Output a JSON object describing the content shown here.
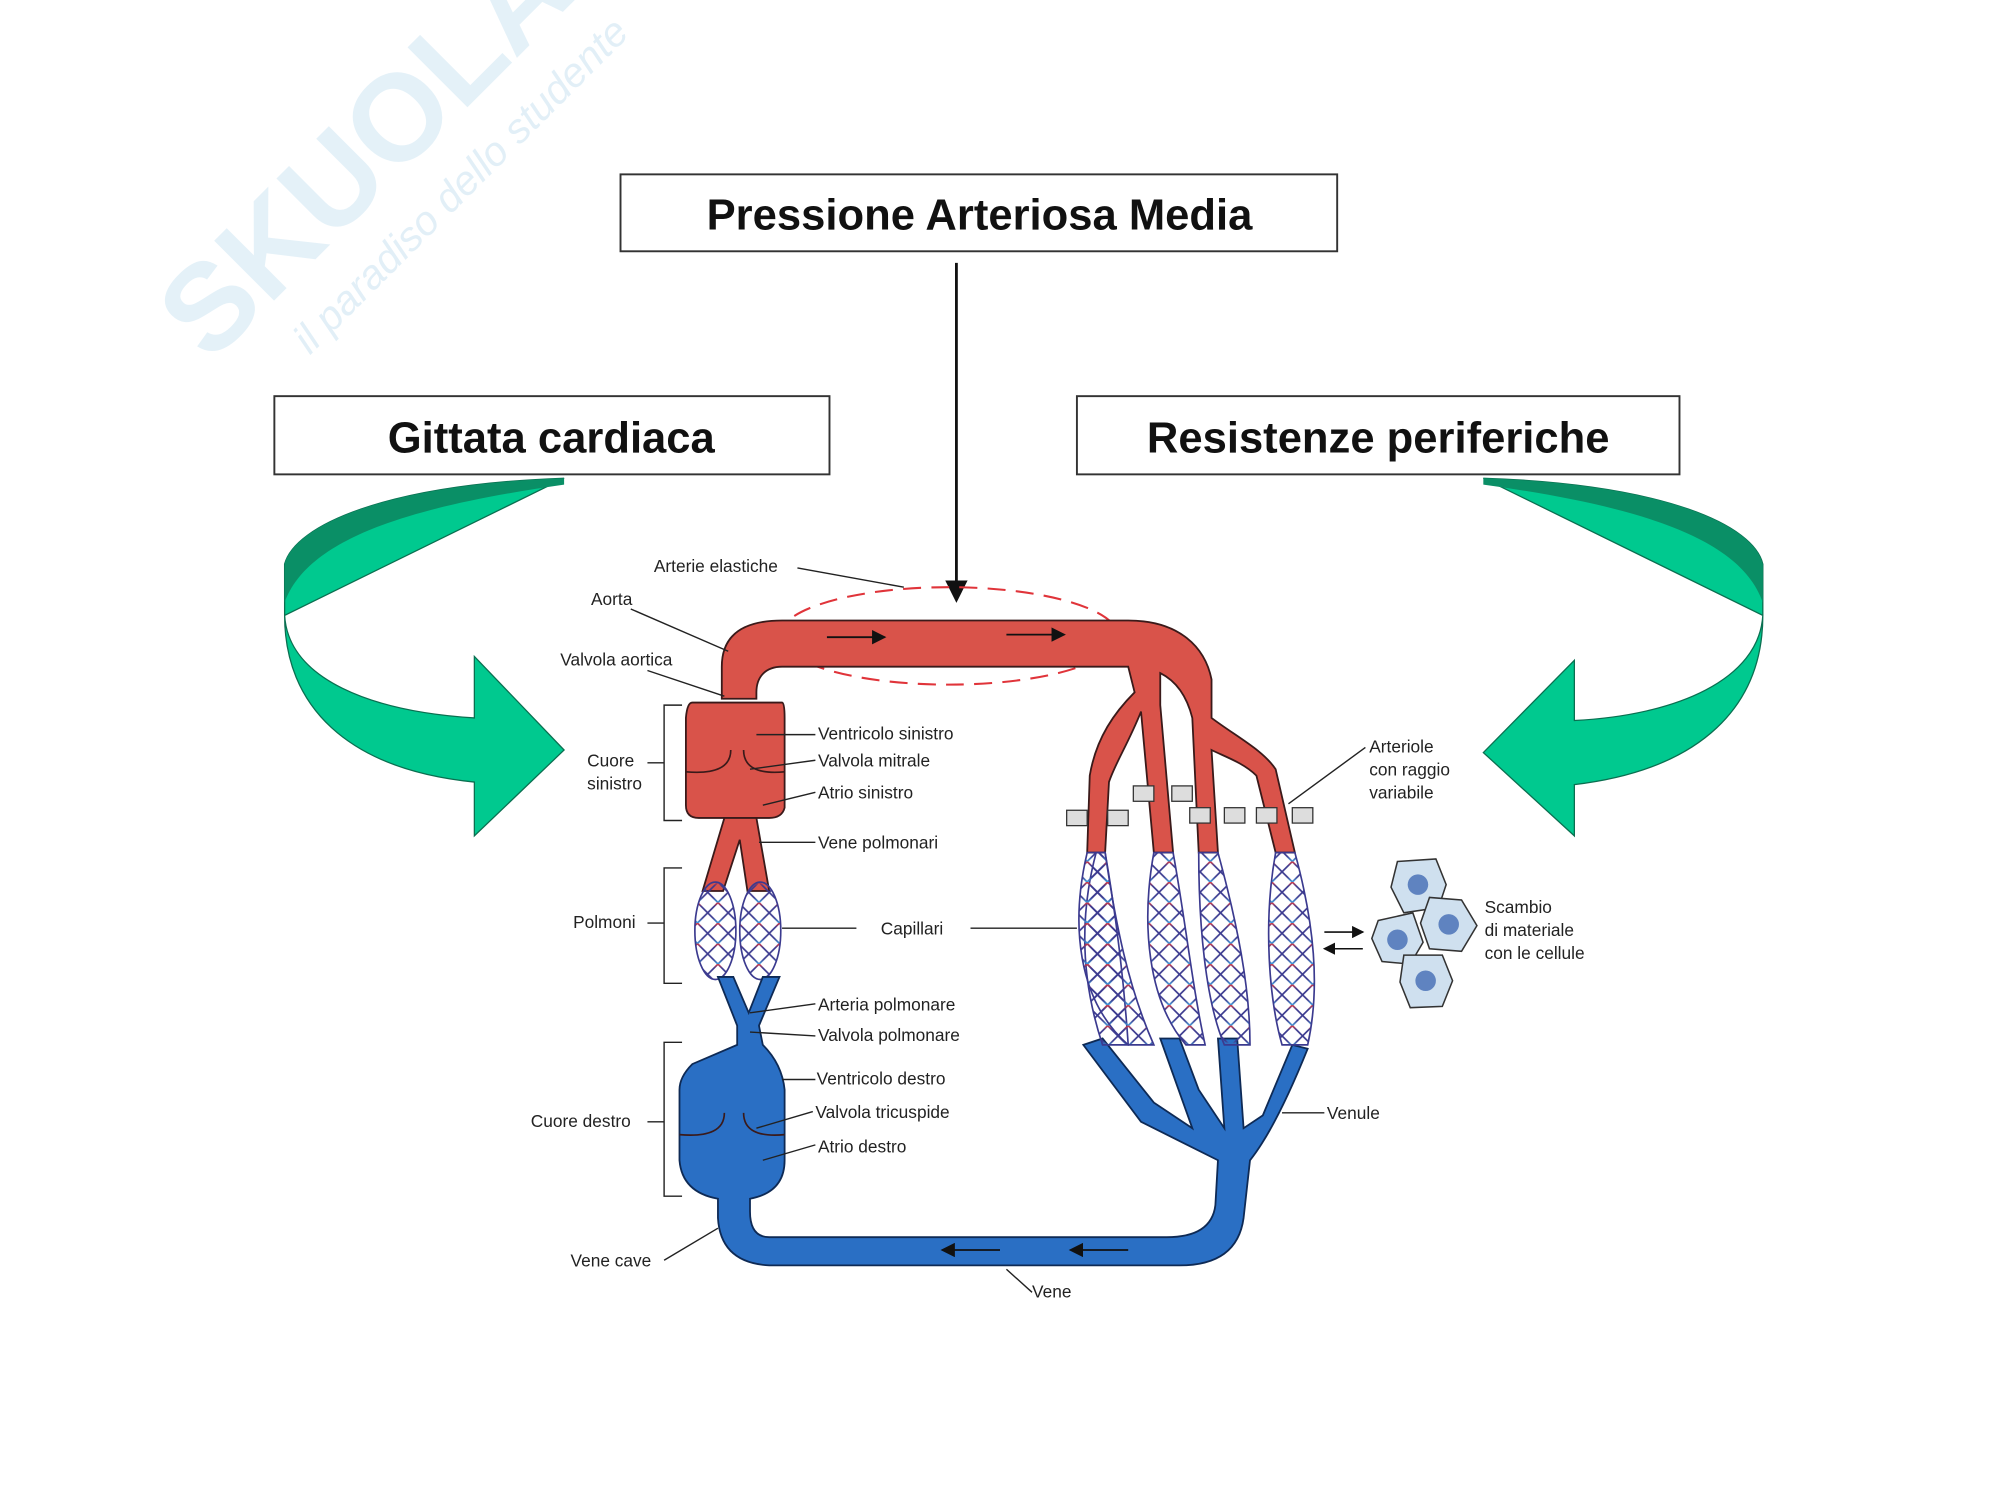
{
  "watermark": {
    "brand": "SKUOLA.net",
    "tagline": "il paradiso dello studente"
  },
  "boxes": {
    "top": "Pressione Arteriosa Media",
    "left": "Gittata cardiaca",
    "right": "Resistenze periferiche"
  },
  "labels": {
    "arterie_elastiche": "Arterie elastiche",
    "aorta": "Aorta",
    "valvola_aortica": "Valvola aortica",
    "cuore_sinistro_1": "Cuore",
    "cuore_sinistro_2": "sinistro",
    "ventricolo_sinistro": "Ventricolo sinistro",
    "valvola_mitrale": "Valvola mitrale",
    "atrio_sinistro": "Atrio sinistro",
    "vene_polmonari": "Vene polmonari",
    "polmoni": "Polmoni",
    "capillari": "Capillari",
    "arteria_polmonare": "Arteria polmonare",
    "valvola_polmonare": "Valvola polmonare",
    "ventricolo_destro": "Ventricolo destro",
    "valvola_tricuspide": "Valvola tricuspide",
    "atrio_destro": "Atrio destro",
    "cuore_destro": "Cuore destro",
    "vene_cave": "Vene cave",
    "vene": "Vene",
    "venule": "Venule",
    "arteriole_1": "Arteriole",
    "arteriole_2": "con raggio",
    "arteriole_3": "variabile",
    "scambio_1": "Scambio",
    "scambio_2": "di materiale",
    "scambio_3": "con le cellule"
  },
  "colors": {
    "arterial": "#d9534a",
    "venous": "#2a6fc4",
    "capillary": "#3b3a8f",
    "arrow_green": "#00c98f",
    "arrow_green_dark": "#0a8f66",
    "cell": "#cfe0ef"
  }
}
